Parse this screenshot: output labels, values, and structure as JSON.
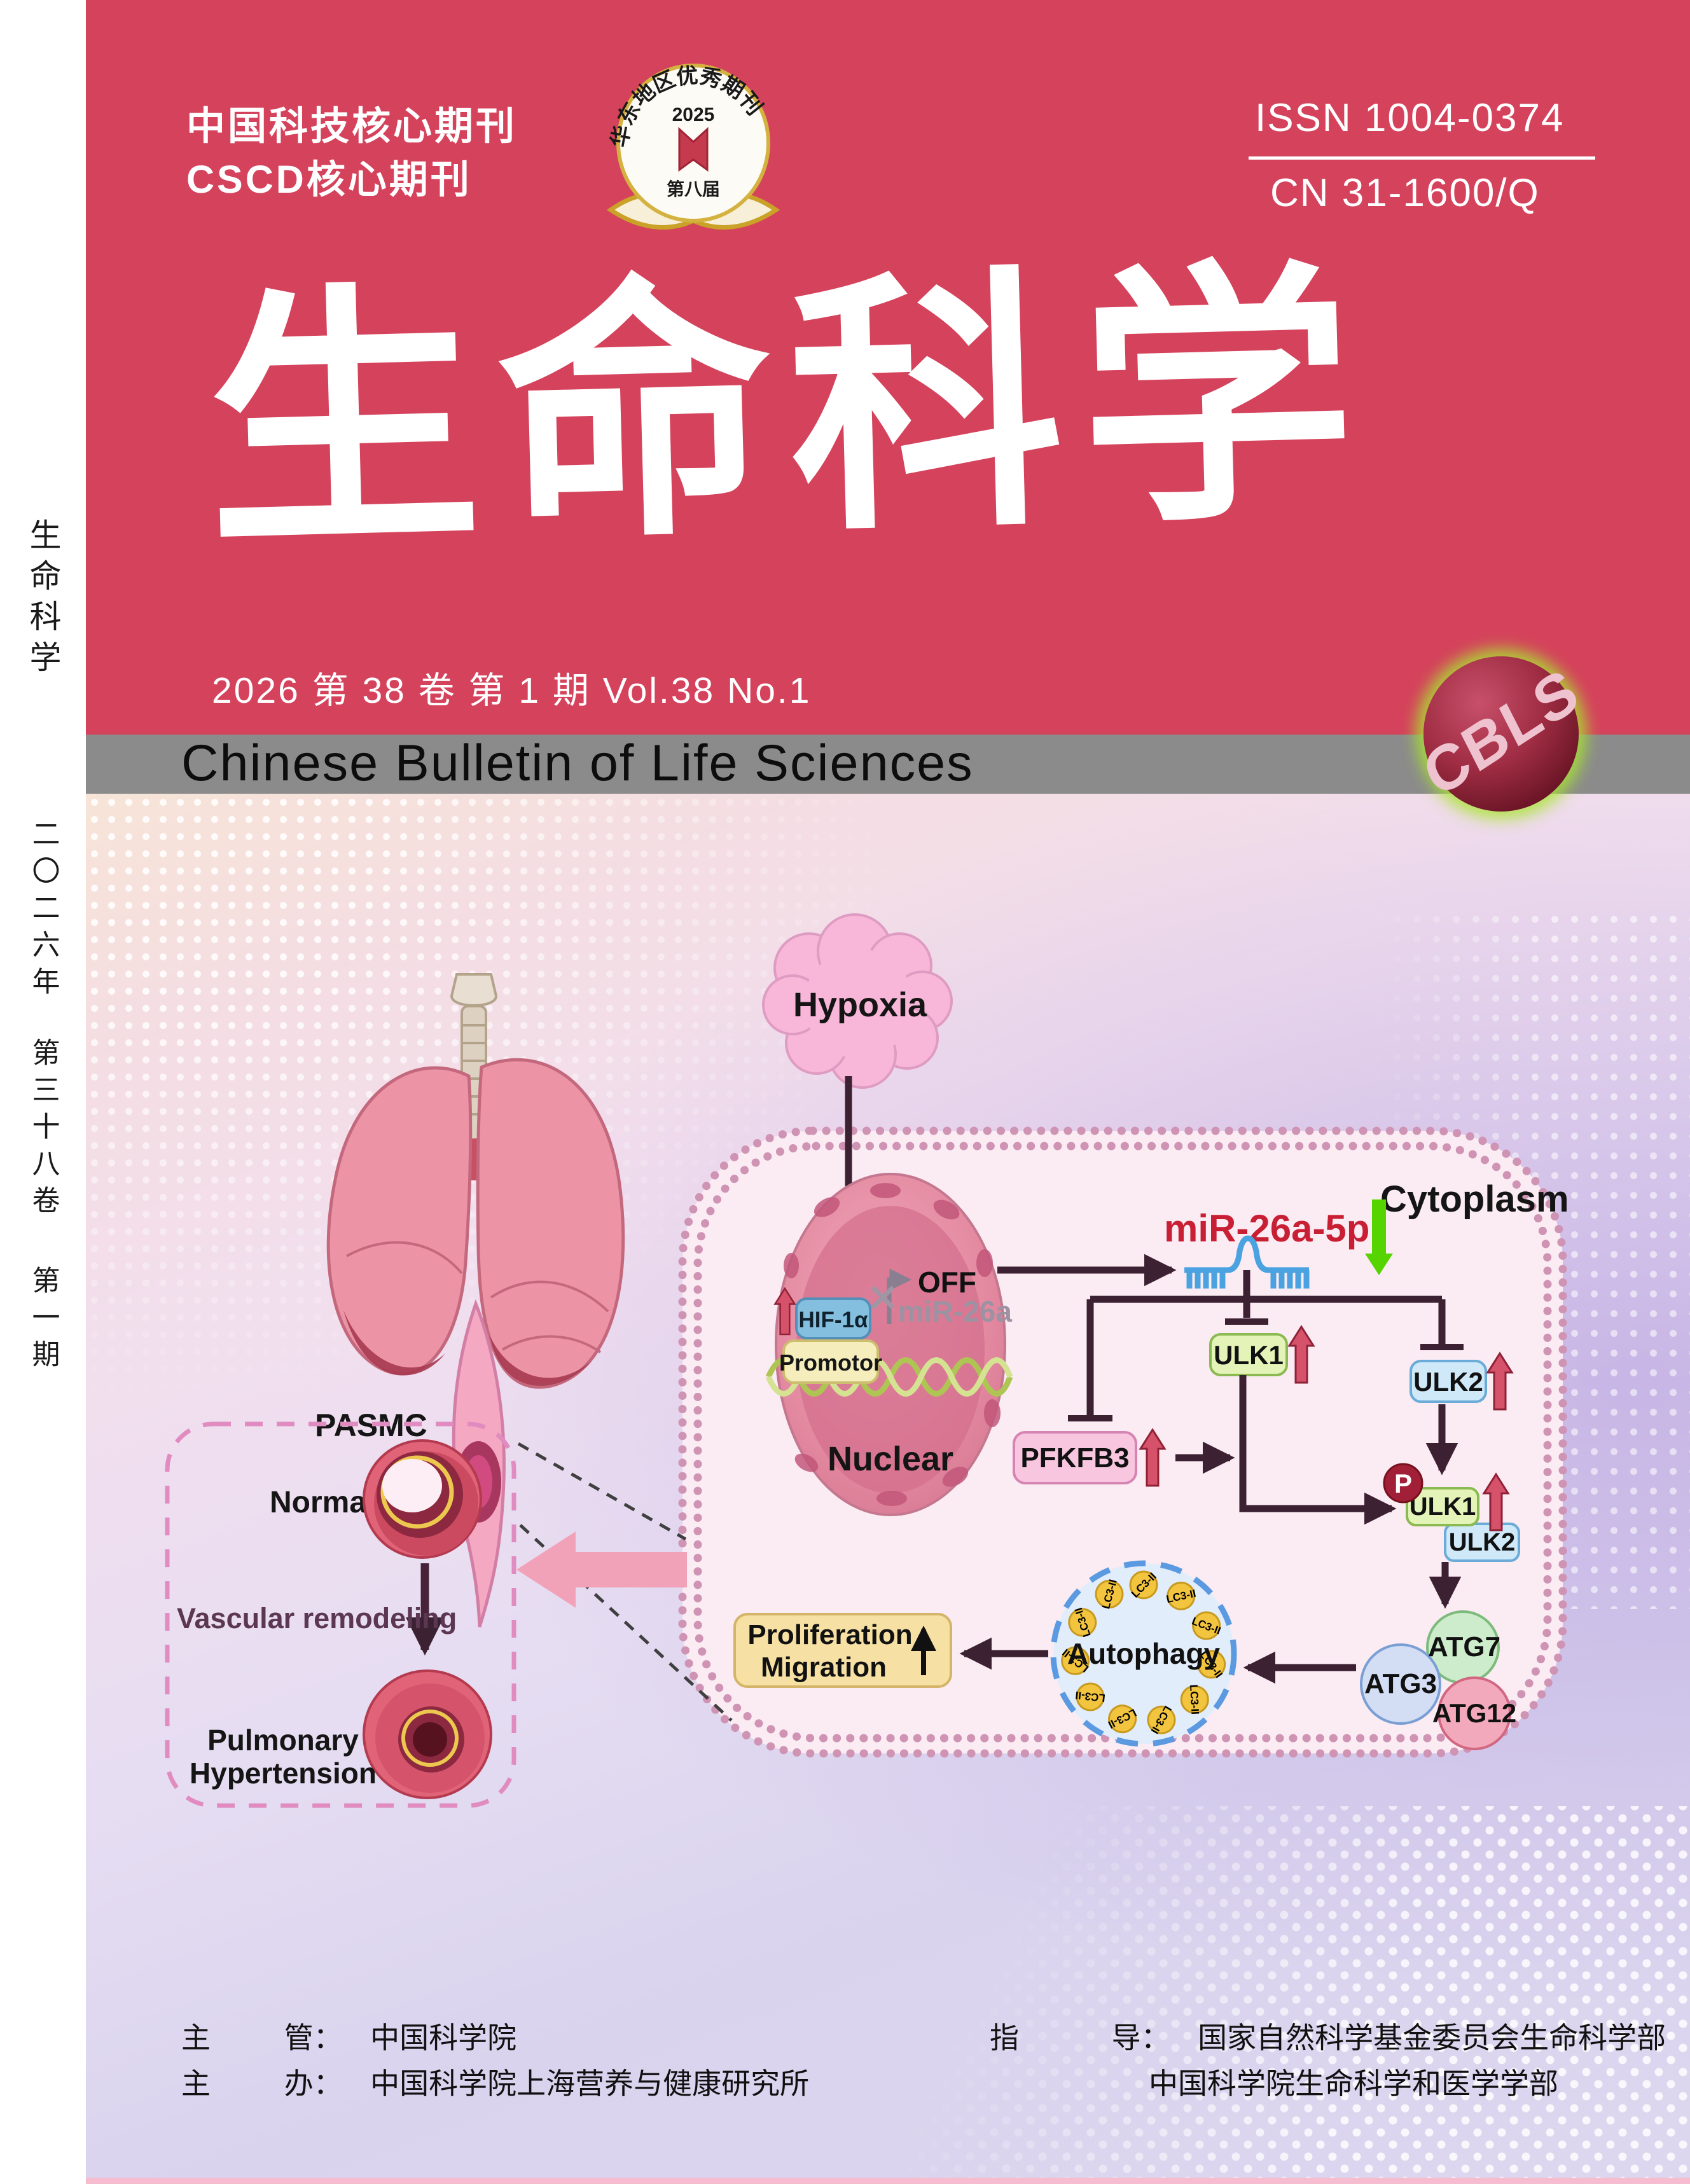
{
  "header": {
    "core_line1": "中国科技核心期刊",
    "core_line2": "CSCD核心期刊",
    "issn": "ISSN 1004-0374",
    "cn": "CN 31-1600/Q",
    "title": "生命科学",
    "issue_line": "2026 第 38 卷 第 1 期  Vol.38 No.1",
    "banner": "Chinese Bulletin of Life Sciences",
    "logo_text": "CBLS",
    "award_badge": {
      "name": "华东地区优秀期刊",
      "year": "2025",
      "edition": "第八届"
    }
  },
  "sidebar": {
    "title_vertical": "生命科学",
    "year_vertical": "二〇二六年",
    "volume_vertical": "第三十八卷",
    "issue_vertical": "第一期"
  },
  "diagram": {
    "pasmc": "PASMC",
    "hypoxia": "Hypoxia",
    "cytoplasm": "Cytoplasm",
    "nuclear": "Nuclear",
    "off": "OFF",
    "mir26a": "miR-26a",
    "hif1a": "HIF-1α",
    "promotor": "Promotor",
    "mir26a5p": "miR-26a-5p",
    "ulk1": "ULK1",
    "ulk2": "ULK2",
    "pfkfb3": "PFKFB3",
    "p_mark": "P",
    "atg7": "ATG7",
    "atg3": "ATG3",
    "atg12": "ATG12",
    "autophagy": "Autophagy",
    "lc3": "LC3-II",
    "proliferation": "Proliferation",
    "migration": "Migration",
    "normal": "Normal",
    "vascular_remodeling": "Vascular remodeling",
    "pulmonary": "Pulmonary",
    "hypertension": "Hypertension"
  },
  "footer": {
    "supervisor_l1": "主",
    "supervisor_l2": "管：",
    "supervisor_value": "中国科学院",
    "organizer_l1": "主",
    "organizer_l2": "办：",
    "organizer_value": "中国科学院上海营养与健康研究所",
    "guide_l1": "指",
    "guide_l2": "导：",
    "guide_value1": "国家自然科学基金委员会生命科学部",
    "guide_value2": "中国科学院生命科学和医学学部"
  },
  "colors": {
    "header_red": "#d5425c",
    "banner_gray": "#8b8b8b",
    "mir_red": "#c91f35",
    "green_arrow": "#55d400",
    "membrane_pink": "#cf93b4",
    "cell_fill": "#fbebf3",
    "accent_dark": "#3c2133"
  }
}
